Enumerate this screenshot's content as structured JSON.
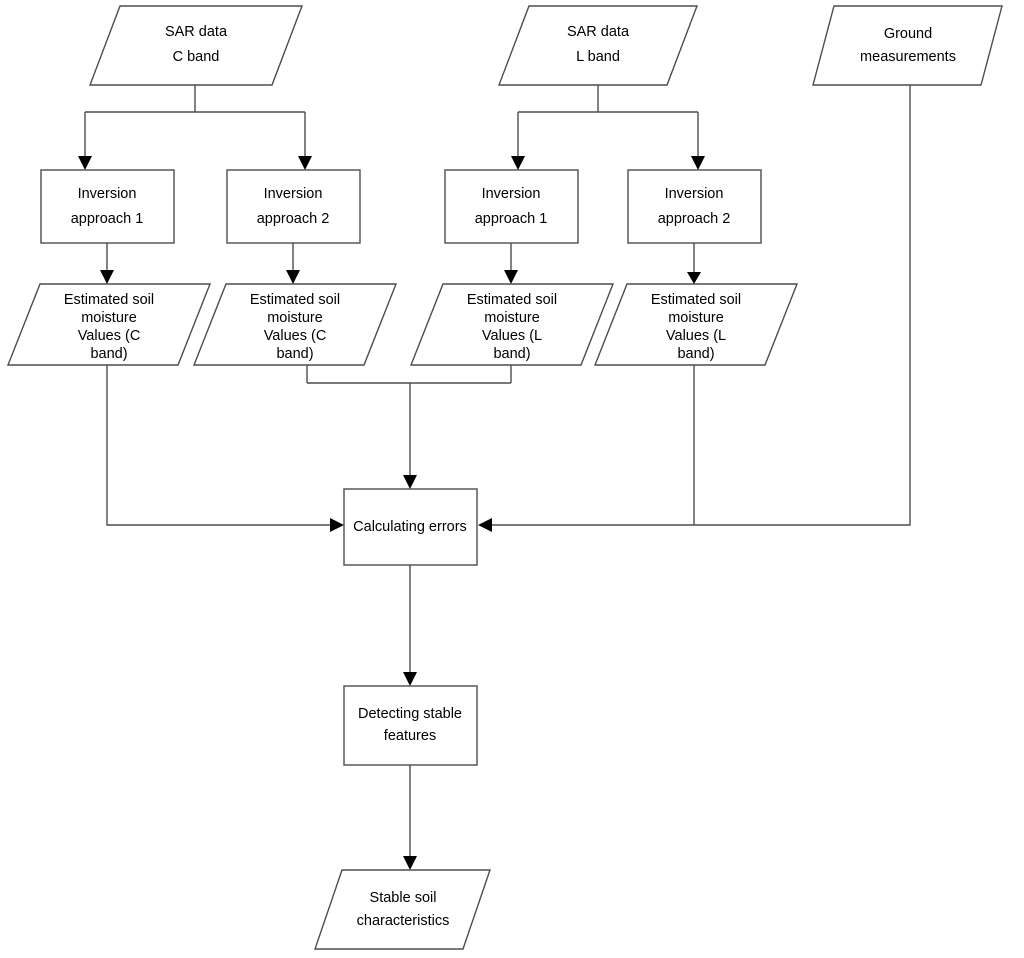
{
  "diagram": {
    "title": "SAR soil moisture inversion and stable feature detection flowchart",
    "background_color": "#ffffff",
    "line_color": "#4d4d4d",
    "arrow_color": "#000000",
    "text_color": "#000000"
  },
  "nodes": {
    "sar_c": {
      "shape": "parallelogram",
      "line1": "SAR data",
      "line2": "C band"
    },
    "sar_l": {
      "shape": "parallelogram",
      "line1": "SAR data",
      "line2": "L band"
    },
    "ground": {
      "shape": "parallelogram",
      "line1": "Ground",
      "line2": "measurements"
    },
    "inv_c1": {
      "shape": "rectangle",
      "line1": "Inversion",
      "line2": "approach 1"
    },
    "inv_c2": {
      "shape": "rectangle",
      "line1": "Inversion",
      "line2": "approach 2"
    },
    "inv_l1": {
      "shape": "rectangle",
      "line1": "Inversion",
      "line2": "approach 1"
    },
    "inv_l2": {
      "shape": "rectangle",
      "line1": "Inversion",
      "line2": "approach 2"
    },
    "est_c1": {
      "shape": "parallelogram",
      "line1": "Estimated soil",
      "line2": "moisture",
      "line3": "Values (C",
      "line4": "band)"
    },
    "est_c2": {
      "shape": "parallelogram",
      "line1": "Estimated soil",
      "line2": "moisture",
      "line3": "Values (C",
      "line4": "band)"
    },
    "est_l1": {
      "shape": "parallelogram",
      "line1": "Estimated soil",
      "line2": "moisture",
      "line3": "Values (L",
      "line4": "band)"
    },
    "est_l2": {
      "shape": "parallelogram",
      "line1": "Estimated soil",
      "line2": "moisture",
      "line3": "Values (L",
      "line4": "band)"
    },
    "calc_errors": {
      "shape": "rectangle",
      "line1": "Calculating errors"
    },
    "detect": {
      "shape": "rectangle",
      "line1": "Detecting stable",
      "line2": "features"
    },
    "stable": {
      "shape": "parallelogram",
      "line1": "Stable soil",
      "line2": "characteristics"
    }
  },
  "edges": [
    {
      "from": "sar_c",
      "to": "inv_c1",
      "style": "orthogonal",
      "arrow": "down"
    },
    {
      "from": "sar_c",
      "to": "inv_c2",
      "style": "orthogonal",
      "arrow": "down"
    },
    {
      "from": "sar_l",
      "to": "inv_l1",
      "style": "orthogonal",
      "arrow": "down"
    },
    {
      "from": "sar_l",
      "to": "inv_l2",
      "style": "orthogonal",
      "arrow": "down"
    },
    {
      "from": "inv_c1",
      "to": "est_c1",
      "style": "straight",
      "arrow": "down"
    },
    {
      "from": "inv_c2",
      "to": "est_c2",
      "style": "straight",
      "arrow": "down"
    },
    {
      "from": "inv_l1",
      "to": "est_l1",
      "style": "straight",
      "arrow": "down"
    },
    {
      "from": "inv_l2",
      "to": "est_l2",
      "style": "straight",
      "arrow": "down"
    },
    {
      "from": "est_c1",
      "to": "calc_errors",
      "style": "orthogonal",
      "arrow": "right"
    },
    {
      "from": "est_c2",
      "to": "calc_errors",
      "style": "orthogonal",
      "arrow": "down"
    },
    {
      "from": "est_l1",
      "to": "calc_errors",
      "style": "orthogonal",
      "arrow": "down"
    },
    {
      "from": "est_l2",
      "to": "calc_errors",
      "style": "orthogonal",
      "arrow": "left"
    },
    {
      "from": "ground",
      "to": "calc_errors",
      "style": "orthogonal",
      "arrow": "left"
    },
    {
      "from": "calc_errors",
      "to": "detect",
      "style": "straight",
      "arrow": "down"
    },
    {
      "from": "detect",
      "to": "stable",
      "style": "straight",
      "arrow": "down"
    }
  ]
}
